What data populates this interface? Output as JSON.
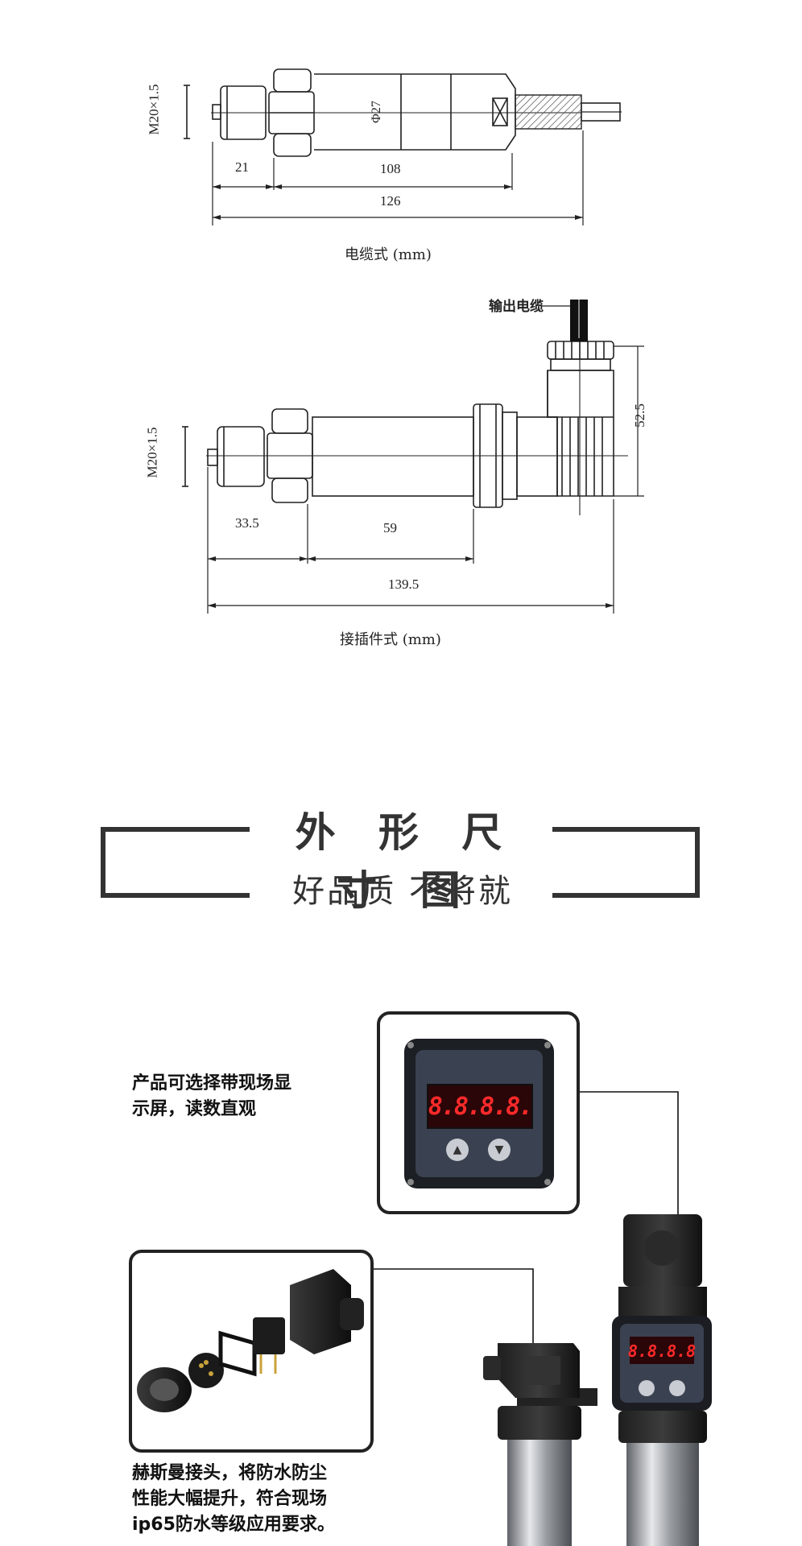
{
  "drawing_cable": {
    "thread_label": "M20×1.5",
    "diameter_label": "Φ27",
    "dim_a": "21",
    "dim_b": "108",
    "dim_total": "126",
    "caption": "电缆式 (mm)"
  },
  "drawing_plug": {
    "thread_label": "M20×1.5",
    "output_label": "输出电缆",
    "height_label": "52.5",
    "dim_a": "33.5",
    "dim_b": "59",
    "dim_total": "139.5",
    "caption": "接插件式 (mm)"
  },
  "heading": {
    "title": "外 形 尺 寸 图",
    "subtitle": "好品质 不将就"
  },
  "features": {
    "display_text_line1": "产品可选择带现场显",
    "display_text_line2": "示屏，读数直观",
    "display_digits": "8.8.8.8.",
    "connector_text_line1": "赫斯曼接头，将防水防尘",
    "connector_text_line2": "性能大幅提升，符合现场",
    "connector_text_line3": "ip65防水等级应用要求。"
  }
}
